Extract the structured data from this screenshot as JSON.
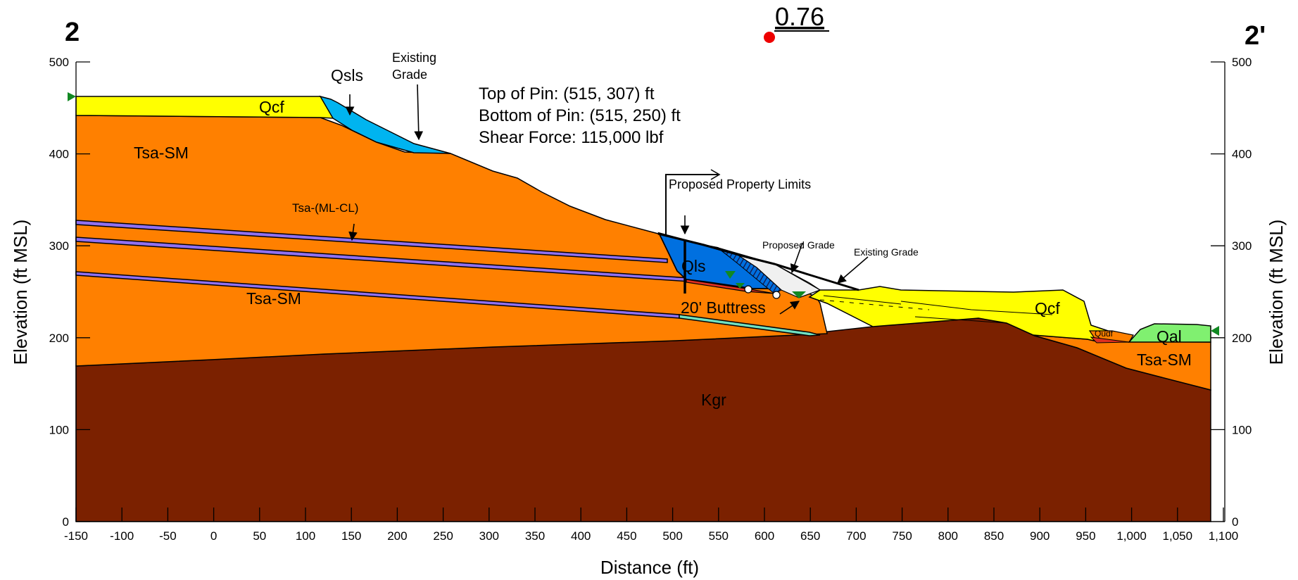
{
  "section": {
    "left_label": "2",
    "right_label": "2'"
  },
  "factor_of_safety": "0.76",
  "pin_info": {
    "top": "Top of Pin: (515, 307) ft",
    "bottom": "Bottom of Pin: (515, 250) ft",
    "shear": "Shear Force: 115,000 lbf"
  },
  "axes": {
    "x_title": "Distance (ft)",
    "y_title_left": "Elevation (ft MSL)",
    "y_title_right": "Elevation (ft MSL)",
    "x_ticks": [
      "-150",
      "-100",
      "-50",
      "0",
      "50",
      "100",
      "150",
      "200",
      "250",
      "300",
      "350",
      "400",
      "450",
      "500",
      "550",
      "600",
      "650",
      "700",
      "750",
      "800",
      "850",
      "900",
      "950",
      "1,000",
      "1,050",
      "1,100"
    ],
    "y_ticks": [
      "0",
      "100",
      "200",
      "300",
      "400",
      "500"
    ]
  },
  "units": {
    "qcf_left": "Qcf",
    "qsls": "Qsls",
    "tsa_sm_upper": "Tsa-SM",
    "tsa_ml_cl": "Tsa-(ML-CL)",
    "tsa_sm_middle": "Tsa-SM",
    "qls": "Qls",
    "kgr": "Kgr",
    "qcf_right": "Qcf",
    "qudf": "Qudf",
    "qal": "Qal",
    "tsa_sm_right": "Tsa-SM"
  },
  "annotations": {
    "existing_grade_top": "Existing\nGrade",
    "proposed_property_limits": "Proposed Property Limits",
    "proposed_grade": "Proposed Grade",
    "existing_grade_right": "Existing Grade",
    "buttress": "20' Buttress"
  },
  "colors": {
    "kgr": "#7b2100",
    "tsa": "#ff8000",
    "qcf": "#ffff00",
    "qsls": "#00b4f0",
    "qls": "#0070e0",
    "qal": "#80f070",
    "ml_cl_band": "#9070f0",
    "buttress": "#f0f0f0",
    "slip_point": "#ee0000",
    "drain": "#70e0c0"
  }
}
